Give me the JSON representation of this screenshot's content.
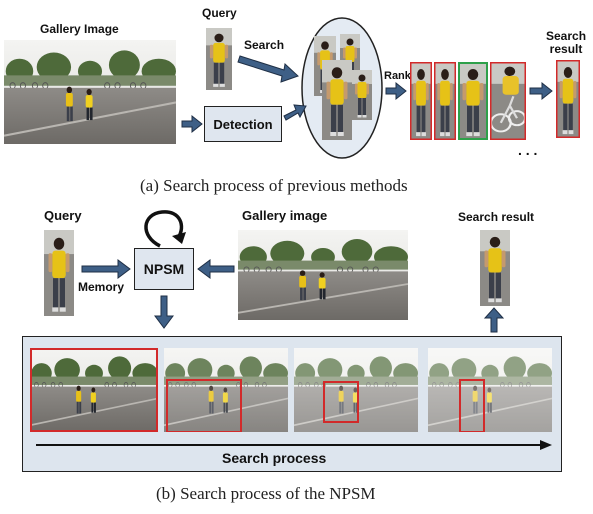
{
  "part_a": {
    "gallery_label": "Gallery Image",
    "query_label": "Query",
    "search_label": "Search",
    "detection_label": "Detection",
    "rank_label": "Rank",
    "result_label_line1": "Search",
    "result_label_line2": "result",
    "ellipsis": ". . .",
    "caption": "(a) Search process of previous methods"
  },
  "part_b": {
    "query_label": "Query",
    "memory_label": "Memory",
    "npsm_label": "NPSM",
    "gallery_label": "Gallery image",
    "result_label": "Search result",
    "process_label": "Search process",
    "caption": "(b) Search process of the NPSM"
  },
  "colors": {
    "arrow": "#3e5f86",
    "box_fill": "#dfe6ef",
    "red_frame": "#d22a2a",
    "green_frame": "#2ea04a",
    "ellipse_fill": "#e4ebf3"
  }
}
